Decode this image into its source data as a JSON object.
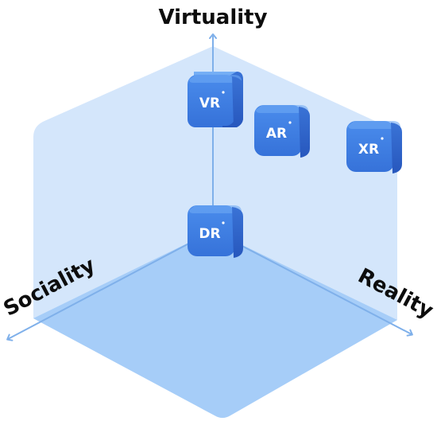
{
  "axes": {
    "virtuality": "Virtuality",
    "sociality": "Sociality",
    "reality": "Reality"
  },
  "cubes": {
    "vr": "VR",
    "ar": "AR",
    "xr": "XR",
    "dr": "DR"
  },
  "colors": {
    "back_plane": "#d4e6fb",
    "floor_plane": "#9fc9f8",
    "axis_line": "#7fb0ea",
    "cube_top": "#63a1f0",
    "cube_front": "#3f7de1",
    "cube_side": "#2d62c8",
    "text_dark": "#0d0d0d",
    "text_light": "#ffffff"
  }
}
